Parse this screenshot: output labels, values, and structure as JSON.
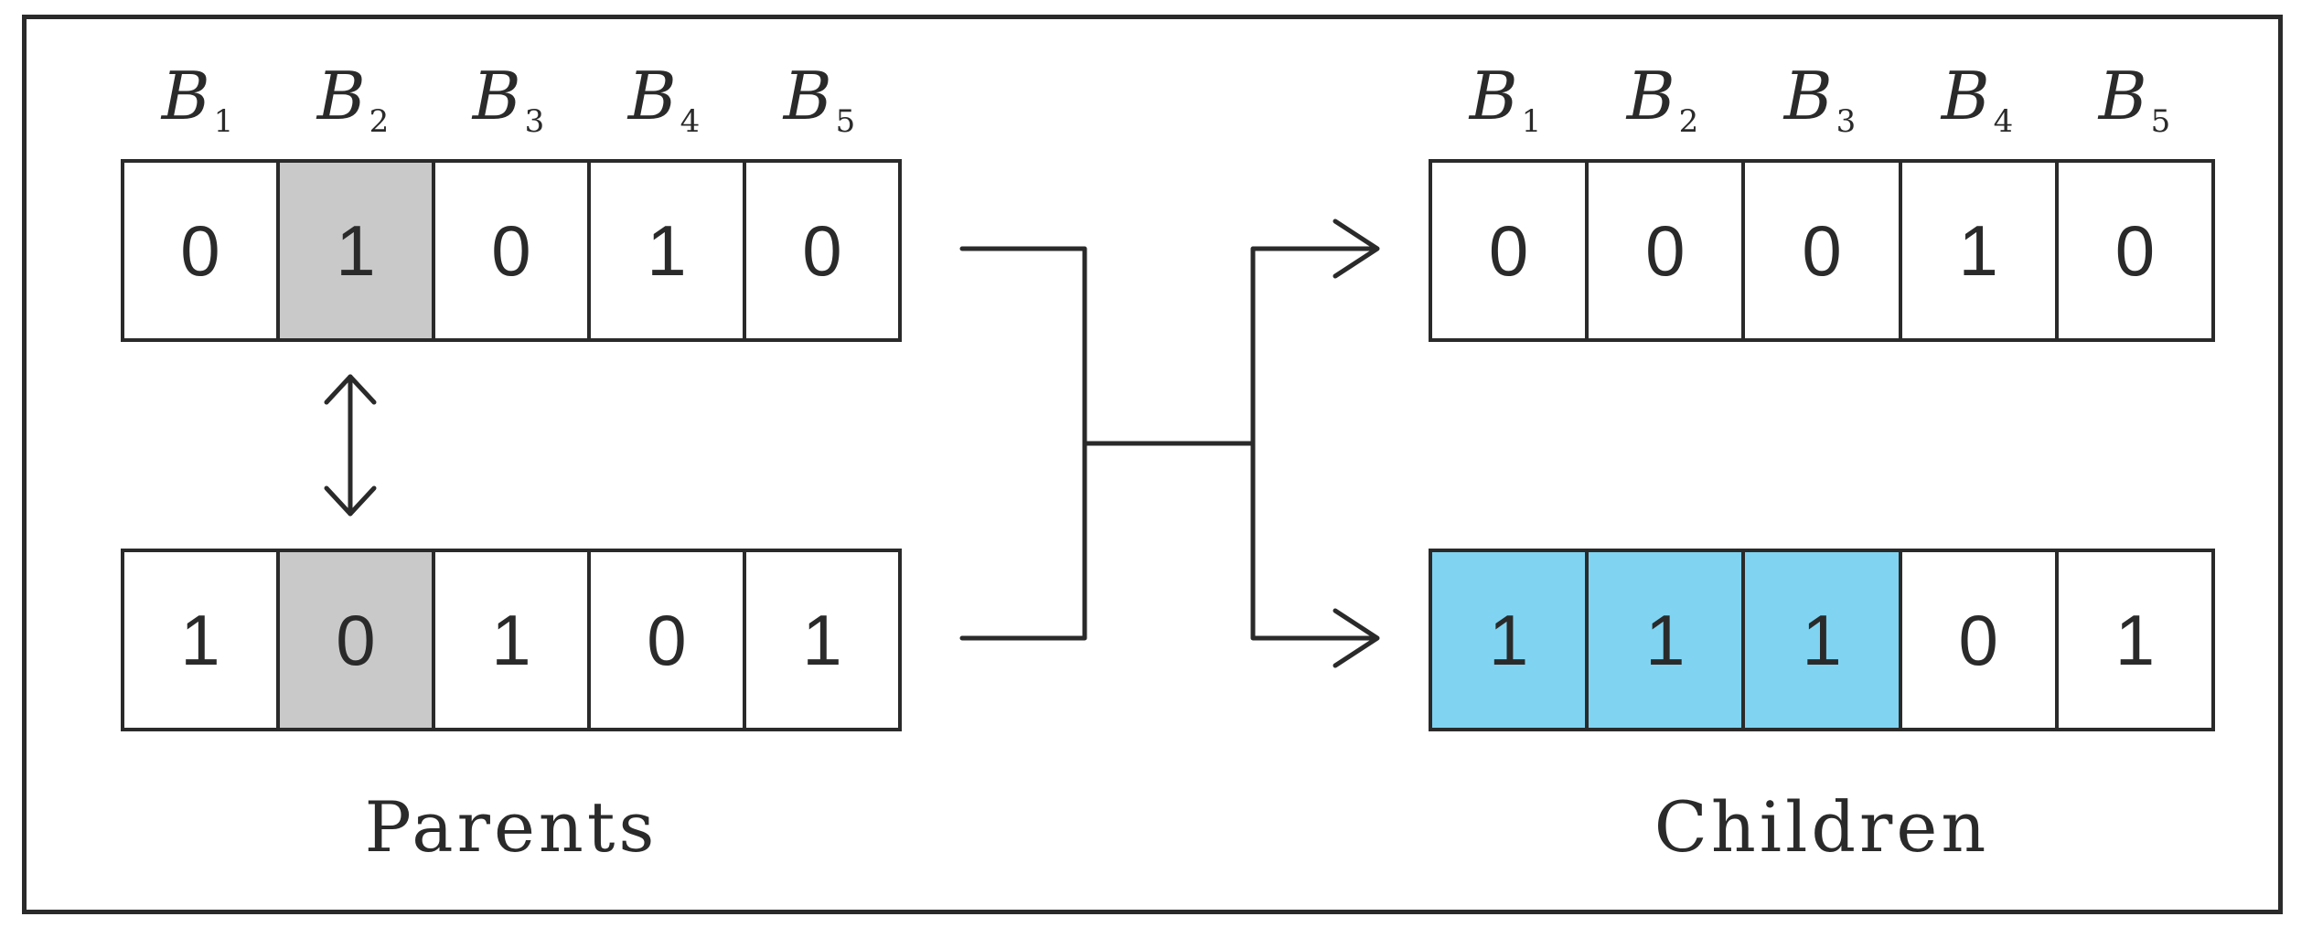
{
  "columns": [
    {
      "letter": "B",
      "index": "1"
    },
    {
      "letter": "B",
      "index": "2"
    },
    {
      "letter": "B",
      "index": "3"
    },
    {
      "letter": "B",
      "index": "4"
    },
    {
      "letter": "B",
      "index": "5"
    }
  ],
  "parents": {
    "label": "Parents",
    "row1": [
      "0",
      "1",
      "0",
      "1",
      "0"
    ],
    "row2": [
      "1",
      "0",
      "1",
      "0",
      "1"
    ]
  },
  "children": {
    "label": "Children",
    "row1": [
      "0",
      "0",
      "0",
      "1",
      "0"
    ],
    "row2": [
      "1",
      "1",
      "1",
      "0",
      "1"
    ]
  },
  "colors": {
    "swapped_gene": "#c9c9c9",
    "crossover_segment": "#80d4f2",
    "line": "#2a2a2a"
  }
}
